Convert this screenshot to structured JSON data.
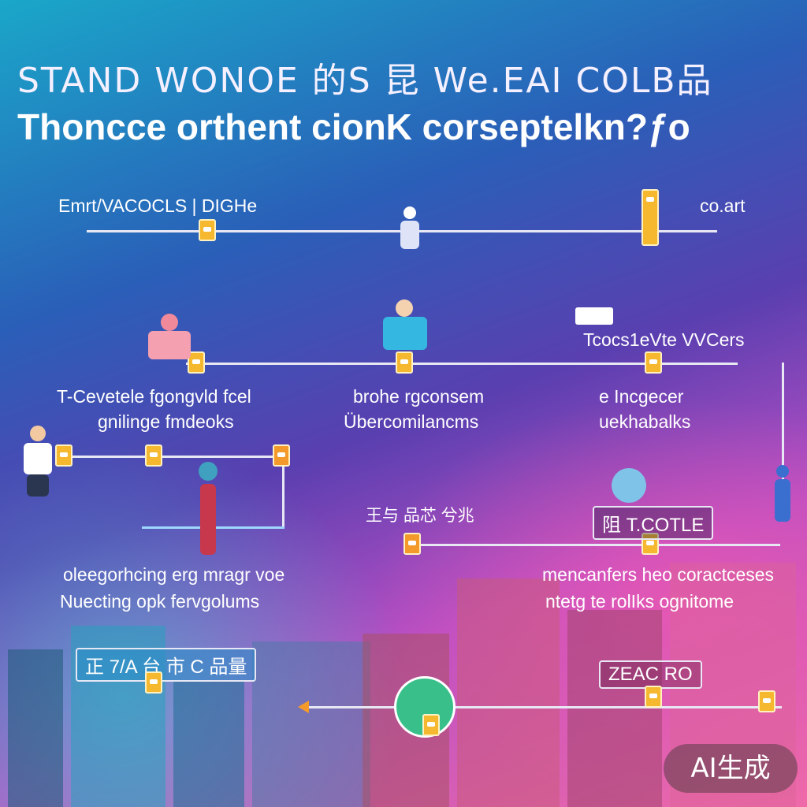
{
  "header": {
    "title_line_1": "STAND WONOE 的S 昆 We.EAI COLB品",
    "title_line_2": "Thoncce orthent cionK corseptelkn?ƒo"
  },
  "row1": {
    "left_label": "Emrt/VACOCLS | DIGHe",
    "right_label": "co.art"
  },
  "row2": {
    "right_label": "Tcocs1eVte VVCers",
    "left_caption_1": "T-Cevetele fgongvld fcel",
    "left_caption_2": "gnilinge fmdeoks",
    "mid_caption_1": "brohe rgconsem",
    "mid_caption_2": "Übercomilancms",
    "right_caption_1": "e Incgecer",
    "right_caption_2": "uekhabalks"
  },
  "row3": {
    "mid_label": "王与 品芯 兮兆",
    "right_sign": "阻 T.COTLE",
    "left_caption_1": "oleegorhcing erg mragr voe",
    "left_caption_2": "Nuecting opk fervgolums",
    "right_caption_1": "mencanfers heo coractceses",
    "right_caption_2": "ntetg te rolIks ognitome"
  },
  "row4": {
    "left_sign": "正 7/A 台 市 C 品量",
    "right_sign": "ZEAC RO"
  },
  "watermark": "AI生成",
  "colors": {
    "node": "#f5b82e",
    "line": "#e8e8f4",
    "bg_top": "#1aa7c9",
    "bg_bottom": "#f06aa8"
  }
}
